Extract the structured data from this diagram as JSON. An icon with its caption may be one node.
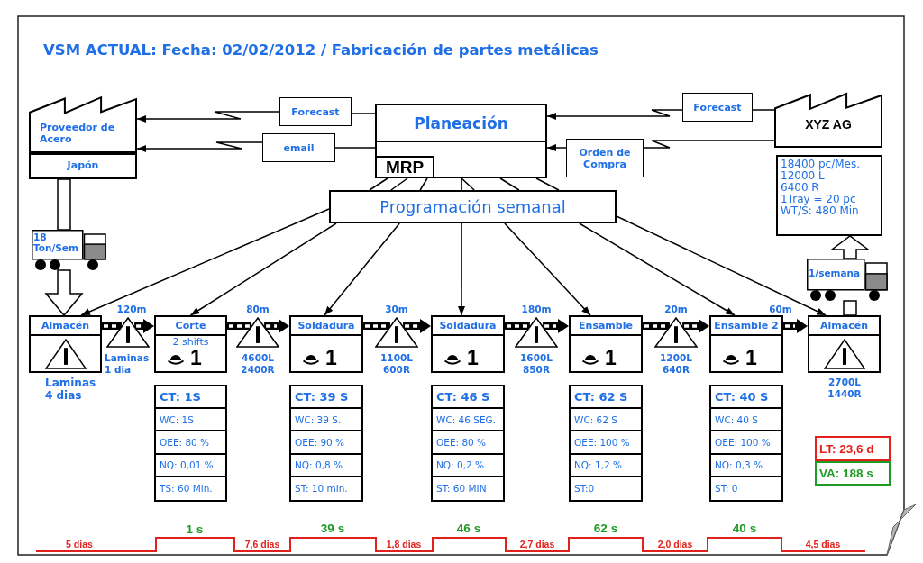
{
  "diagram": {
    "title": "VSM ACTUAL: Fecha: 02/02/2012 / Fabricación de partes metálicas",
    "nodes": [
      {
        "text": [
          "Proveedor de Acero",
          "Japón"
        ]
      },
      {
        "text": [
          "Forecast"
        ]
      },
      {
        "text": [
          "email"
        ]
      },
      {
        "text": [
          "Planeación"
        ]
      },
      {
        "text": [
          "MRP"
        ],
        "in": 3
      },
      {
        "text": [
          "Forecast"
        ]
      },
      {
        "text": [
          "XYZ AG"
        ]
      },
      {
        "text": [
          "Orden de Compra"
        ]
      },
      {
        "text": [
          "18400 pc/Mes.",
          "12000 L",
          "6400 R",
          "1Tray = 20 pc",
          "WT/S: 480 Min"
        ]
      },
      {
        "text": [
          "Programación semanal"
        ]
      },
      {
        "text": [
          "18 Ton/Sem"
        ]
      },
      {
        "text": [
          "1/semana"
        ]
      },
      {
        "text": [
          "Almacén"
        ],
        "beside": [
          "Laminas 4 dias"
        ]
      },
      {
        "text": [],
        "shape": "triangle",
        "beside": [
          "Laminas 1 dia"
        ]
      },
      {
        "text": [
          "Corte",
          "2 shifts",
          "1"
        ]
      },
      {
        "text": [],
        "shape": "triangle",
        "beside": [
          "4600L 2400R"
        ]
      },
      {
        "text": [
          "Soldadura",
          "1"
        ]
      },
      {
        "text": [],
        "shape": "triangle",
        "beside": [
          "1100L 600R"
        ]
      },
      {
        "text": [
          "Soldadura",
          "1"
        ]
      },
      {
        "text": [],
        "shape": "triangle",
        "beside": [
          "1600L 850R"
        ]
      },
      {
        "text": [
          "Ensamble",
          "1"
        ]
      },
      {
        "text": [],
        "shape": "triangle",
        "beside": [
          "1200L 640R"
        ]
      },
      {
        "text": [
          "Ensamble 2",
          "1"
        ]
      },
      {
        "text": [
          "Almacén"
        ],
        "beside": [
          "2700L 1440R"
        ]
      },
      {
        "text": [
          "CT: 1S",
          "WC: 1S",
          "OEE: 80 %",
          "NQ: 0,01 %",
          "TS: 60 Min."
        ]
      },
      {
        "text": [
          "CT: 39 S",
          "WC: 39 S.",
          "OEE: 90 %",
          "NQ: 0,8 %",
          "ST: 10 min."
        ]
      },
      {
        "text": [
          "CT: 46 S",
          "WC: 46 SEG.",
          "OEE: 80 %",
          "NQ: 0,2 %",
          "ST: 60 MIN"
        ]
      },
      {
        "text": [
          "CT: 62 S",
          "WC: 62 S",
          "OEE: 100 %",
          "NQ: 1,2 %",
          "ST:0"
        ]
      },
      {
        "text": [
          "CT: 40 S",
          "WC: 40 S",
          "OEE: 100 %",
          "NQ: 0,3 %",
          "ST: 0"
        ]
      },
      {
        "text": [
          "LT: 23,6 d"
        ]
      },
      {
        "text": [
          "VA: 188 s"
        ]
      }
    ],
    "edges": [
      {
        "from": 3,
        "to": 1,
        "arrow": "none"
      },
      {
        "from": 1,
        "to": 0,
        "arrow": "to"
      },
      {
        "from": 3,
        "to": 2,
        "arrow": "none"
      },
      {
        "from": 2,
        "to": 0,
        "arrow": "to"
      },
      {
        "from": 6,
        "to": 5,
        "arrow": "none"
      },
      {
        "from": 5,
        "to": 3,
        "arrow": "to"
      },
      {
        "from": 6,
        "to": 7,
        "arrow": "none"
      },
      {
        "from": 7,
        "to": 3,
        "arrow": "to"
      },
      {
        "from": 4,
        "to": 9,
        "arrow": "none"
      },
      {
        "from": 4,
        "to": 9,
        "arrow": "none"
      },
      {
        "from": 4,
        "to": 9,
        "arrow": "none"
      },
      {
        "from": 3,
        "to": 9,
        "arrow": "none"
      },
      {
        "from": 3,
        "to": 9,
        "arrow": "none"
      },
      {
        "from": 3,
        "to": 9,
        "arrow": "none"
      },
      {
        "from": 3,
        "to": 9,
        "arrow": "none"
      },
      {
        "from": 9,
        "to": 12,
        "arrow": "to"
      },
      {
        "from": 9,
        "to": 14,
        "arrow": "to"
      },
      {
        "from": 9,
        "to": 16,
        "arrow": "to"
      },
      {
        "from": 9,
        "to": 18,
        "arrow": "to"
      },
      {
        "from": 9,
        "to": 20,
        "arrow": "to"
      },
      {
        "from": 9,
        "to": 22,
        "arrow": "to"
      },
      {
        "from": 9,
        "to": 23,
        "arrow": "to"
      },
      {
        "from": 0,
        "to": 10,
        "arrow": "none",
        "style": "thick"
      },
      {
        "from": 10,
        "to": 12,
        "arrow": "to",
        "style": "thick"
      },
      {
        "from": 23,
        "to": 11,
        "arrow": "none",
        "style": "thick"
      },
      {
        "from": 11,
        "to": 8,
        "arrow": "to",
        "style": "thick"
      },
      {
        "from": 12,
        "to": 13,
        "arrow": "none",
        "style": "thick",
        "label": "120m"
      },
      {
        "from": 13,
        "to": 14,
        "arrow": "to",
        "style": "thick"
      },
      {
        "from": 14,
        "to": 15,
        "arrow": "none",
        "style": "thick",
        "label": "80m"
      },
      {
        "from": 15,
        "to": 16,
        "arrow": "to",
        "style": "thick"
      },
      {
        "from": 16,
        "to": 17,
        "arrow": "none",
        "style": "thick",
        "label": "30m"
      },
      {
        "from": 17,
        "to": 18,
        "arrow": "to",
        "style": "thick"
      },
      {
        "from": 18,
        "to": 19,
        "arrow": "none",
        "style": "thick",
        "label": "180m"
      },
      {
        "from": 19,
        "to": 20,
        "arrow": "to",
        "style": "thick"
      },
      {
        "from": 20,
        "to": 21,
        "arrow": "none",
        "style": "thick",
        "label": "20m"
      },
      {
        "from": 21,
        "to": 22,
        "arrow": "to",
        "style": "thick"
      },
      {
        "from": 22,
        "to": 23,
        "arrow": "to",
        "style": "thick",
        "label": "60m"
      }
    ],
    "labels": [
      "5 dias",
      "1 s",
      "7,6 dias",
      "39 s",
      "1,8 dias",
      "46 s",
      "2,7 dias",
      "62 s",
      "2,0 dias",
      "40 s",
      "4,5 dias"
    ]
  }
}
